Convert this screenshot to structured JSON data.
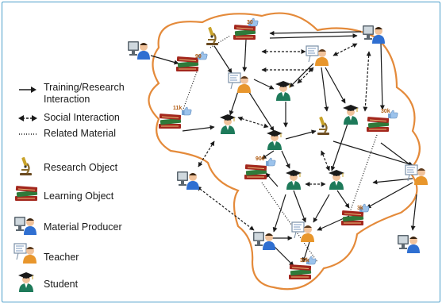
{
  "legend": {
    "interaction_label_line1": "Training/Research",
    "interaction_label_line2": "Interaction",
    "social_label": "Social Interaction",
    "related_label": "Related Material",
    "research_object_label": "Research Object",
    "learning_object_label": "Learning Object",
    "material_producer_label": "Material Producer",
    "teacher_label": "Teacher",
    "student_label": "Student"
  },
  "like_counts": {
    "lo_top": "30",
    "lo_topleft": "90",
    "lo_left": "11k",
    "lo_right": "30k",
    "lo_center": "900",
    "lo_lowright": "3k",
    "lo_bottom": "30k"
  },
  "colors": {
    "community_outline": "#e48a3a",
    "frame": "#4a9ec9",
    "student_gown": "#1e7a5a",
    "teacher_shirt": "#e8962c",
    "producer_shirt": "#2f6fd1",
    "book_red": "#a3271d",
    "book_green": "#2f7a3a"
  }
}
